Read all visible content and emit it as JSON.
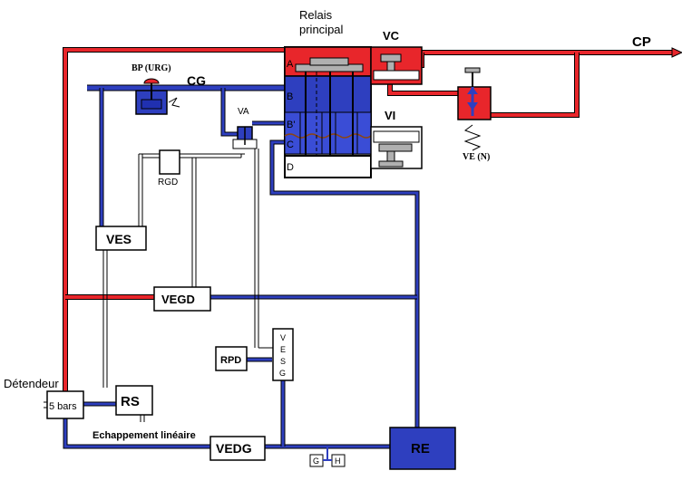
{
  "labels": {
    "relais_line1": "Relais",
    "relais_line2": "principal",
    "vc": "VC",
    "cp": "CP",
    "bp_urg": "BP (URG)",
    "cg": "CG",
    "va": "VA",
    "vi": "VI",
    "ve_n": "VE (N)",
    "rgd": "RGD",
    "ves": "VES",
    "vegd": "VEGD",
    "rpd": "RPD",
    "vesg_letters": [
      "V",
      "E",
      "S",
      "G"
    ],
    "detendeur": "Détendeur",
    "bars": "5 bars",
    "rs": "RS",
    "echappement": "Echappement linéaire",
    "vedg": "VEDG",
    "re": "RE",
    "g": "G",
    "h": "H",
    "chamber_a": "A",
    "chamber_b": "B",
    "chamber_b_prime": "B'",
    "chamber_c": "C",
    "chamber_d": "D"
  },
  "colors": {
    "pressure_red": "#e8262b",
    "pipe_blue": "#2e3fbf",
    "dark_blue": "#2030b0",
    "grey_piston": "#b0b0b0",
    "outline": "#000000",
    "exhaust_white": "#ffffff"
  }
}
